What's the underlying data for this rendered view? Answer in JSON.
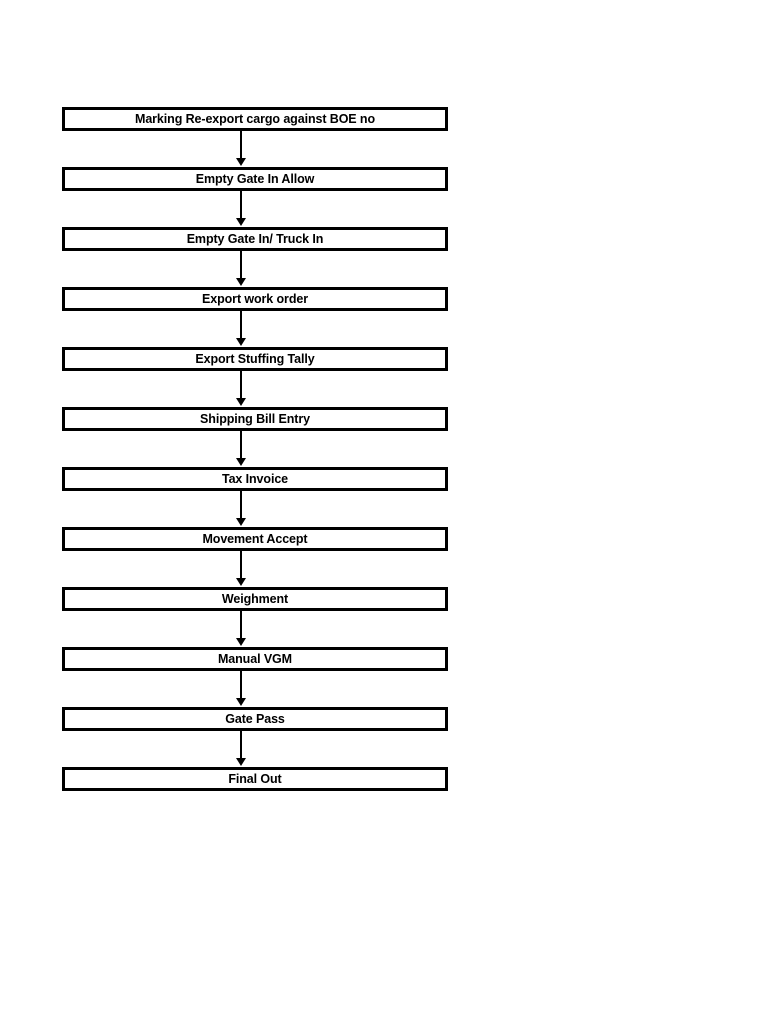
{
  "page": {
    "background_color": "#ffffff"
  },
  "flowchart": {
    "box_border_color": "#000000",
    "box_fill_color": "#ffffff",
    "text_color": "#000000",
    "arrow_color": "#000000",
    "direction": "top-to-bottom",
    "steps": [
      {
        "label": "Marking Re-export cargo against BOE no"
      },
      {
        "label": "Empty Gate In Allow"
      },
      {
        "label": "Empty Gate In/ Truck In"
      },
      {
        "label": "Export work order"
      },
      {
        "label": "Export Stuffing Tally"
      },
      {
        "label": "Shipping Bill Entry"
      },
      {
        "label": "Tax Invoice"
      },
      {
        "label": "Movement Accept"
      },
      {
        "label": "Weighment"
      },
      {
        "label": "Manual VGM"
      },
      {
        "label": "Gate Pass"
      },
      {
        "label": "Final Out"
      }
    ]
  }
}
